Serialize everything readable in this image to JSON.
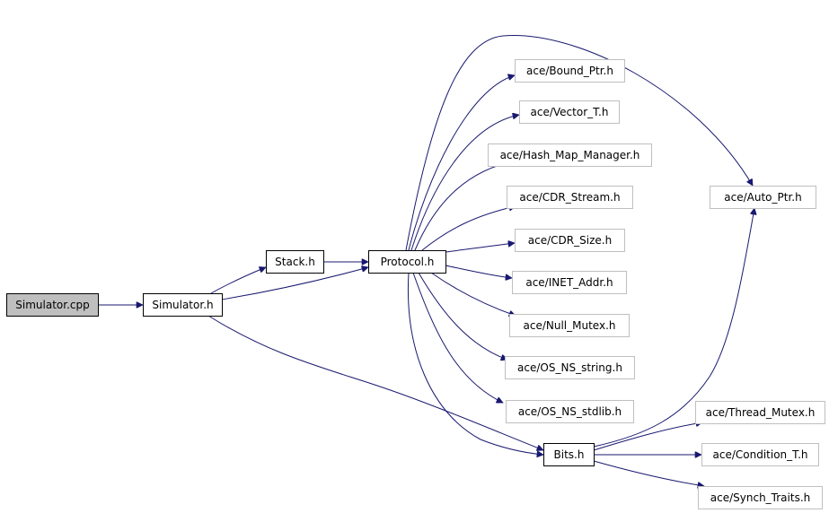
{
  "diagram": {
    "nodes": [
      {
        "id": "simulator_cpp",
        "label": "Simulator.cpp",
        "style": "root"
      },
      {
        "id": "simulator_h",
        "label": "Simulator.h",
        "style": "local"
      },
      {
        "id": "stack_h",
        "label": "Stack.h",
        "style": "local"
      },
      {
        "id": "protocol_h",
        "label": "Protocol.h",
        "style": "local"
      },
      {
        "id": "bits_h",
        "label": "Bits.h",
        "style": "local"
      },
      {
        "id": "bound_ptr_h",
        "label": "ace/Bound_Ptr.h",
        "style": "external"
      },
      {
        "id": "vector_t_h",
        "label": "ace/Vector_T.h",
        "style": "external"
      },
      {
        "id": "hash_map_manager_h",
        "label": "ace/Hash_Map_Manager.h",
        "style": "external"
      },
      {
        "id": "cdr_stream_h",
        "label": "ace/CDR_Stream.h",
        "style": "external"
      },
      {
        "id": "cdr_size_h",
        "label": "ace/CDR_Size.h",
        "style": "external"
      },
      {
        "id": "inet_addr_h",
        "label": "ace/INET_Addr.h",
        "style": "external"
      },
      {
        "id": "null_mutex_h",
        "label": "ace/Null_Mutex.h",
        "style": "external"
      },
      {
        "id": "os_ns_string_h",
        "label": "ace/OS_NS_string.h",
        "style": "external"
      },
      {
        "id": "os_ns_stdlib_h",
        "label": "ace/OS_NS_stdlib.h",
        "style": "external"
      },
      {
        "id": "auto_ptr_h",
        "label": "ace/Auto_Ptr.h",
        "style": "external"
      },
      {
        "id": "thread_mutex_h",
        "label": "ace/Thread_Mutex.h",
        "style": "external"
      },
      {
        "id": "condition_t_h",
        "label": "ace/Condition_T.h",
        "style": "external"
      },
      {
        "id": "synch_traits_h",
        "label": "ace/Synch_Traits.h",
        "style": "external"
      }
    ],
    "edges": [
      {
        "from": "simulator_cpp",
        "to": "simulator_h"
      },
      {
        "from": "simulator_h",
        "to": "stack_h"
      },
      {
        "from": "simulator_h",
        "to": "protocol_h"
      },
      {
        "from": "simulator_h",
        "to": "bits_h"
      },
      {
        "from": "stack_h",
        "to": "protocol_h"
      },
      {
        "from": "protocol_h",
        "to": "bound_ptr_h"
      },
      {
        "from": "protocol_h",
        "to": "vector_t_h"
      },
      {
        "from": "protocol_h",
        "to": "hash_map_manager_h"
      },
      {
        "from": "protocol_h",
        "to": "cdr_stream_h"
      },
      {
        "from": "protocol_h",
        "to": "cdr_size_h"
      },
      {
        "from": "protocol_h",
        "to": "inet_addr_h"
      },
      {
        "from": "protocol_h",
        "to": "null_mutex_h"
      },
      {
        "from": "protocol_h",
        "to": "os_ns_string_h"
      },
      {
        "from": "protocol_h",
        "to": "os_ns_stdlib_h"
      },
      {
        "from": "protocol_h",
        "to": "auto_ptr_h"
      },
      {
        "from": "protocol_h",
        "to": "bits_h"
      },
      {
        "from": "bits_h",
        "to": "auto_ptr_h"
      },
      {
        "from": "bits_h",
        "to": "thread_mutex_h"
      },
      {
        "from": "bits_h",
        "to": "condition_t_h"
      },
      {
        "from": "bits_h",
        "to": "synch_traits_h"
      }
    ]
  },
  "colors": {
    "edge": "#191970",
    "root_fill": "#bfbfbf",
    "node_border": "#000000",
    "external_border": "#bfbfbf",
    "text": "#000000"
  }
}
